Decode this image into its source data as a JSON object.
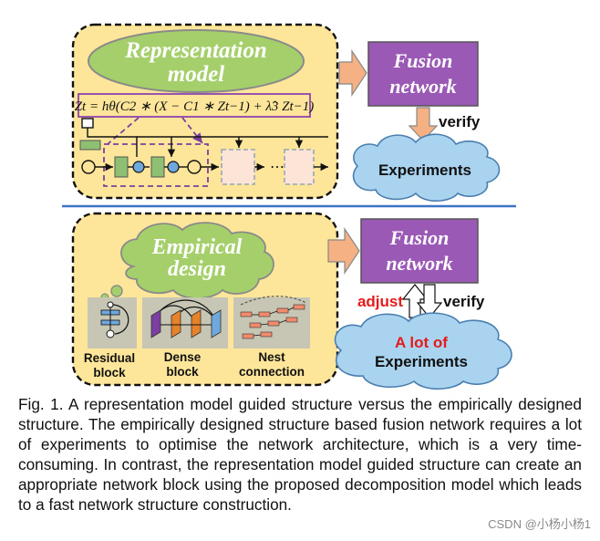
{
  "top": {
    "title_line1": "Representation",
    "title_line2": "model",
    "formula": "Zt = hθ(C2 ∗ (X − C1 ∗ Zt−1) + λ̂3 Zt−1)",
    "dots": "⋯",
    "fusion_line1": "Fusion",
    "fusion_line2": "network",
    "verify": "verify",
    "experiments": "Experiments"
  },
  "bottom": {
    "title_line1": "Empirical",
    "title_line2": "design",
    "residual_line1": "Residual",
    "residual_line2": "block",
    "dense_line1": "Dense",
    "dense_line2": "block",
    "nest_line1": "Nest",
    "nest_line2": "connection",
    "fusion_line1": "Fusion",
    "fusion_line2": "network",
    "adjust": "adjust",
    "verify": "verify",
    "exp_line1": "A lot of",
    "exp_line2": "Experiments"
  },
  "caption": "Fig. 1. A representation model guided structure versus the empirically designed structure. The empirically designed structure based fusion network requires a lot of experiments to optimise the network architecture, which is a very time-consuming. In contrast, the representation model guided structure can create an appropriate network block using the proposed decomposition model which leads to a fast network structure construction.",
  "watermark": "CSDN @小杨小杨1",
  "colors": {
    "panel_fill": "#fde59a",
    "ellipse_fill": "#a5cf6b",
    "fusion_fill": "#9b59b6",
    "cloud_fill": "#a9d3ee",
    "arrow_fill": "#f5b183",
    "divider": "#3b73c7",
    "adjust_text": "#e41b1b"
  }
}
